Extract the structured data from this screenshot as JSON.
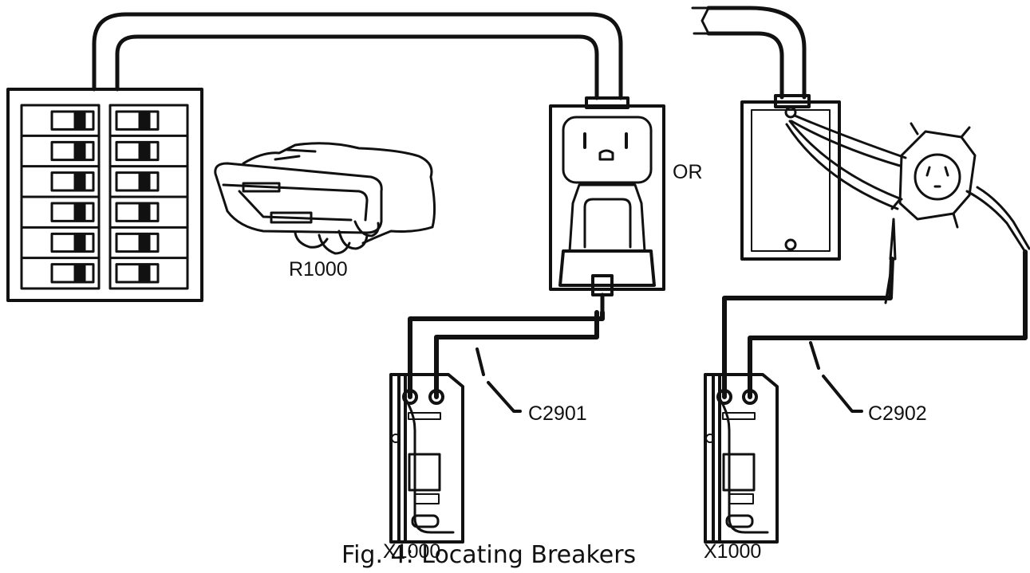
{
  "labels": {
    "tracer": "R1000",
    "connector_outlet": "C2901",
    "connector_box": "C2902",
    "transmitter_left": "X1000",
    "transmitter_right": "X1000",
    "or": "OR"
  },
  "caption": "Fig. 4: Locating Breakers",
  "colors": {
    "ink": "#111111",
    "paper": "#ffffff"
  },
  "panel": {
    "rows": 6,
    "columns": 2
  }
}
